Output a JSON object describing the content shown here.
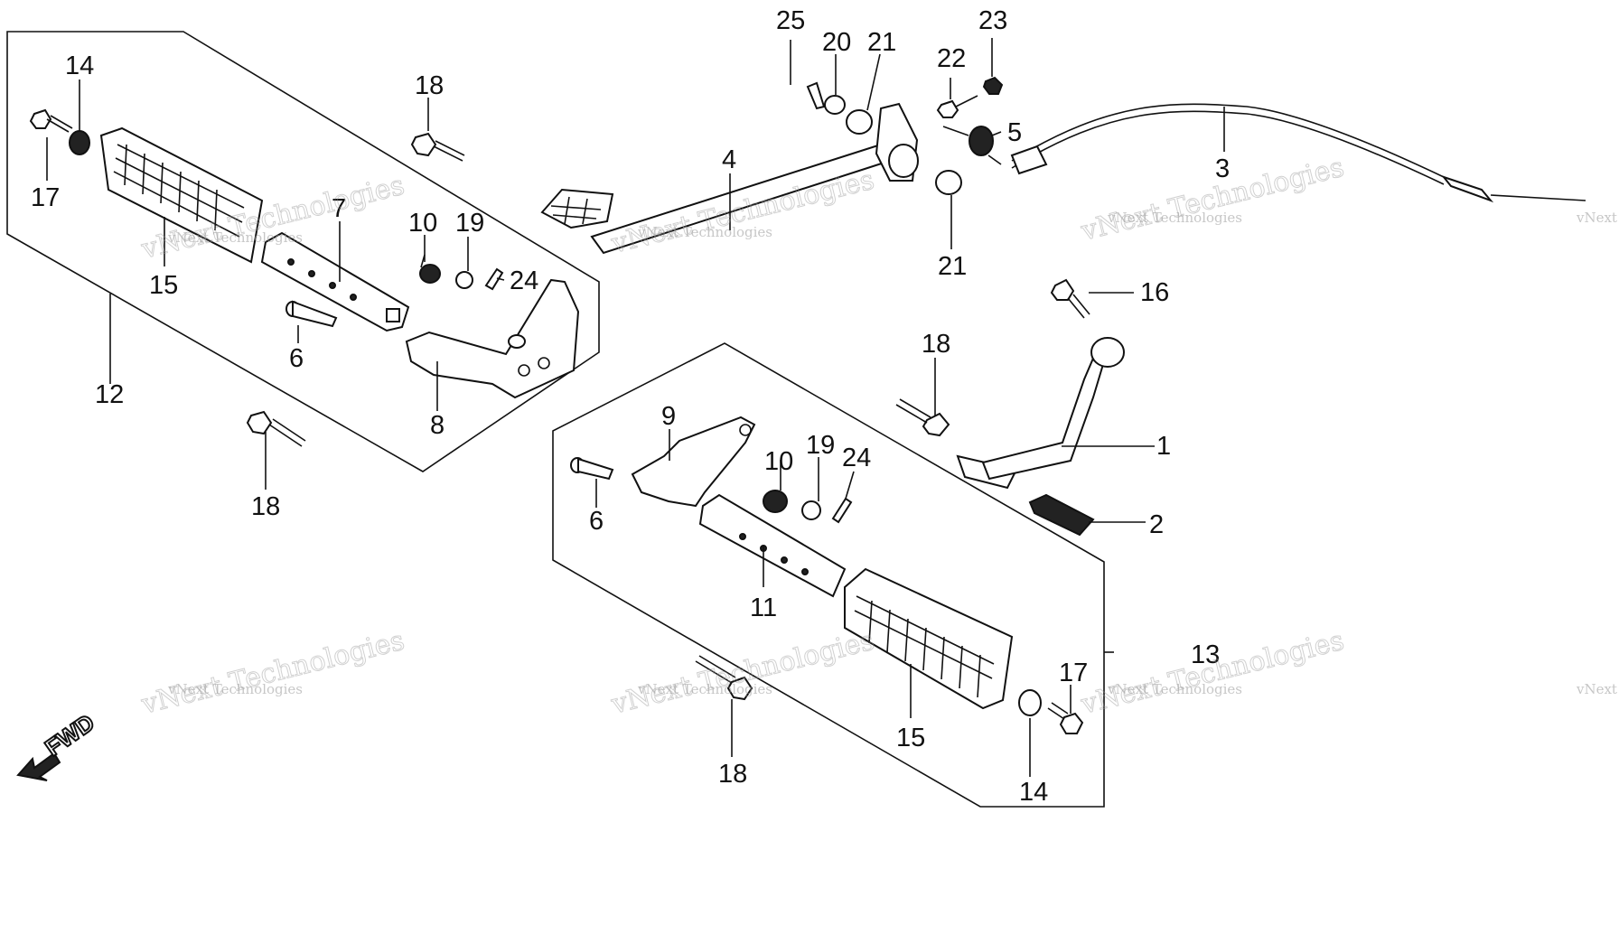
{
  "diagram": {
    "callouts": [
      "1",
      "2",
      "3",
      "4",
      "5",
      "6",
      "7",
      "8",
      "9",
      "10",
      "11",
      "12",
      "13",
      "14",
      "15",
      "16",
      "17",
      "18",
      "19",
      "20",
      "21",
      "22",
      "23",
      "24",
      "25"
    ],
    "direction_label": "FWD",
    "watermark": "vNext Technologies"
  }
}
